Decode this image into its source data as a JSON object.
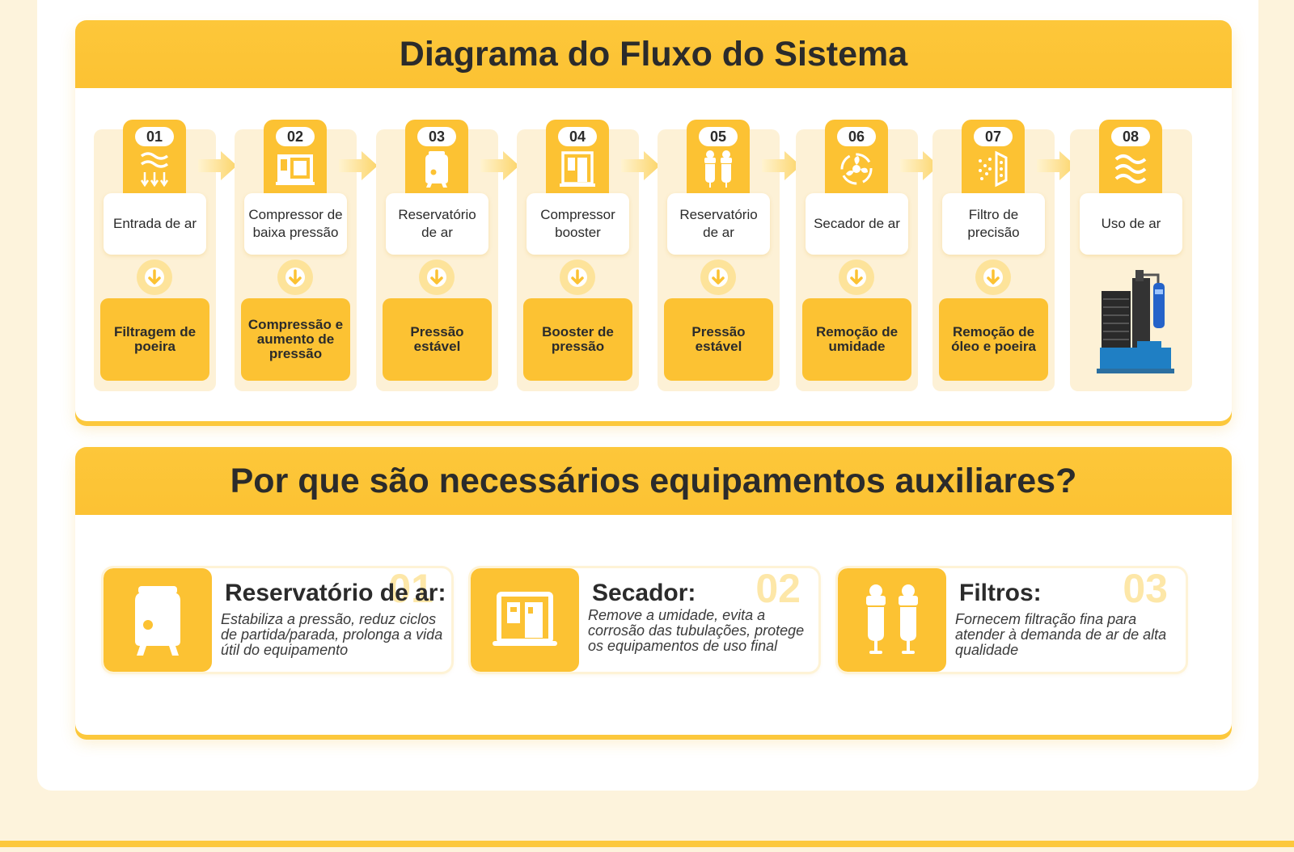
{
  "colors": {
    "accent": "#fcc233",
    "accent_light": "#fdf1d6",
    "text": "#2b2b2b",
    "background": "#fdf3dc"
  },
  "flow": {
    "title": "Diagrama do Fluxo do Sistema",
    "steps": [
      {
        "num": "01",
        "icon": "air-intake-icon",
        "label": "Entrada de ar",
        "result": "Filtragem de poeira"
      },
      {
        "num": "02",
        "icon": "compressor-cabinet-icon",
        "label": "Compressor de baixa pressão",
        "result": "Compressão e aumento de pressão"
      },
      {
        "num": "03",
        "icon": "air-tank-icon",
        "label": "Reservatório de ar",
        "result": "Pressão estável"
      },
      {
        "num": "04",
        "icon": "booster-cabinet-icon",
        "label": "Compressor booster",
        "result": "Booster de pressão"
      },
      {
        "num": "05",
        "icon": "twin-filter-icon",
        "label": "Reservatório de ar",
        "result": "Pressão estável"
      },
      {
        "num": "06",
        "icon": "dryer-fan-icon",
        "label": "Secador de ar",
        "result": "Remoção de umidade"
      },
      {
        "num": "07",
        "icon": "precision-filter-icon",
        "label": "Filtro de precisão",
        "result": "Remoção de óleo e poeira"
      },
      {
        "num": "08",
        "icon": "air-waves-icon",
        "label": "Uso de ar",
        "result": ""
      }
    ]
  },
  "reasons": {
    "title": "Por que são necessários equipamentos auxiliares?",
    "items": [
      {
        "num": "01",
        "icon": "air-tank-icon",
        "title": "Reservatório de ar:",
        "description": "Estabiliza a pressão, reduz ciclos de partida/parada, prolonga a vida útil do equipamento"
      },
      {
        "num": "02",
        "icon": "dryer-cabinet-icon",
        "title": "Secador:",
        "description": "Remove a umidade, evita a corrosão das tubulações, protege os equipamentos de uso final"
      },
      {
        "num": "03",
        "icon": "twin-filter-icon",
        "title": "Filtros:",
        "description": "Fornecem filtração fina para atender à demanda de ar de alta qualidade"
      }
    ]
  }
}
